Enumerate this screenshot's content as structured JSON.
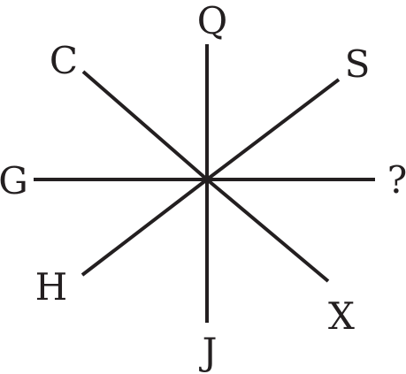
{
  "diagram": {
    "labels": {
      "top": "Q",
      "top_right": "S",
      "right": "?",
      "bottom_right": "X",
      "bottom": "J",
      "bottom_left": "H",
      "left": "G",
      "top_left": "C"
    },
    "colors": {
      "ink": "#231f20",
      "background": "#ffffff"
    }
  }
}
